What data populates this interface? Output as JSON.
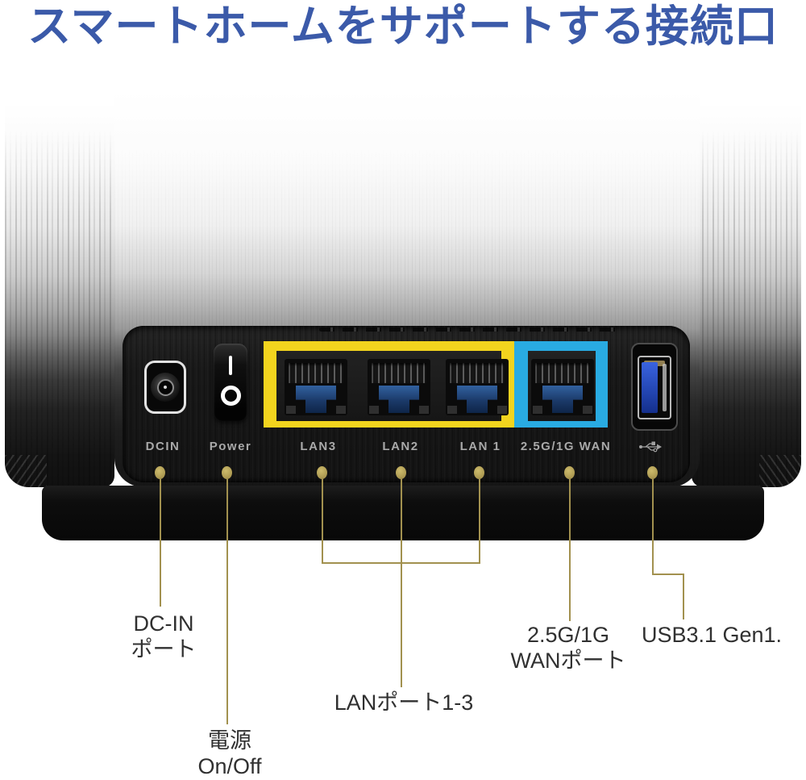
{
  "title": {
    "text": "スマートホームをサポートする接続口",
    "color": "#3b5aa9"
  },
  "device": {
    "panel_labels": [
      {
        "label": "DCIN"
      },
      {
        "label": "Power"
      },
      {
        "label": "LAN3"
      },
      {
        "label": "LAN2"
      },
      {
        "label": "LAN 1"
      },
      {
        "label": "2.5G/1G WAN"
      }
    ],
    "usb_port_icon": "usb-trident",
    "colors": {
      "title_blue": "#3b5aa9",
      "lan_frame_yellow": "#f2d41e",
      "wan_frame_blue": "#29abe2",
      "rj45_tongue_blue": "#2a5aa0",
      "usb_inner_blue": "#2a50c8",
      "callout_gold": "#a2914f",
      "panel_label_gray": "#a9a9a9"
    }
  },
  "callouts": {
    "dc_in": {
      "line1": "DC-IN",
      "line2": "ポート"
    },
    "power": {
      "line1": "電源",
      "line2": "On/Off"
    },
    "lan": {
      "line1": "LANポート1-3"
    },
    "wan": {
      "line1": "2.5G/1G",
      "line2": "WANポート"
    },
    "usb": {
      "line1": "USB3.1 Gen1."
    }
  }
}
